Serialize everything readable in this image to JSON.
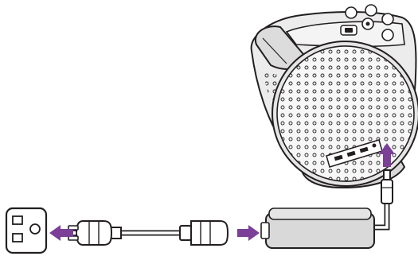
{
  "diagram": {
    "colors": {
      "arrow": "#7b3f98",
      "outline": "#231f20",
      "device_gray": "#d9d9d9",
      "device_light": "#ececec",
      "background": "#ffffff"
    },
    "parts": [
      {
        "name": "wall-outlet",
        "icon": "wall-socket-icon"
      },
      {
        "name": "ac-power-plug",
        "icon": "ac-plug-icon"
      },
      {
        "name": "power-cable",
        "icon": "cable-icon"
      },
      {
        "name": "cable-connector",
        "icon": "connector-icon"
      },
      {
        "name": "power-adapter",
        "icon": "power-brick-icon"
      },
      {
        "name": "dc-plug",
        "icon": "dc-plug-icon"
      },
      {
        "name": "projector",
        "icon": "projector-icon"
      }
    ],
    "arrows": [
      {
        "name": "arrow-to-outlet",
        "direction": "left"
      },
      {
        "name": "arrow-connector-to-adapter",
        "direction": "right"
      },
      {
        "name": "arrow-to-projector",
        "direction": "up"
      }
    ]
  }
}
